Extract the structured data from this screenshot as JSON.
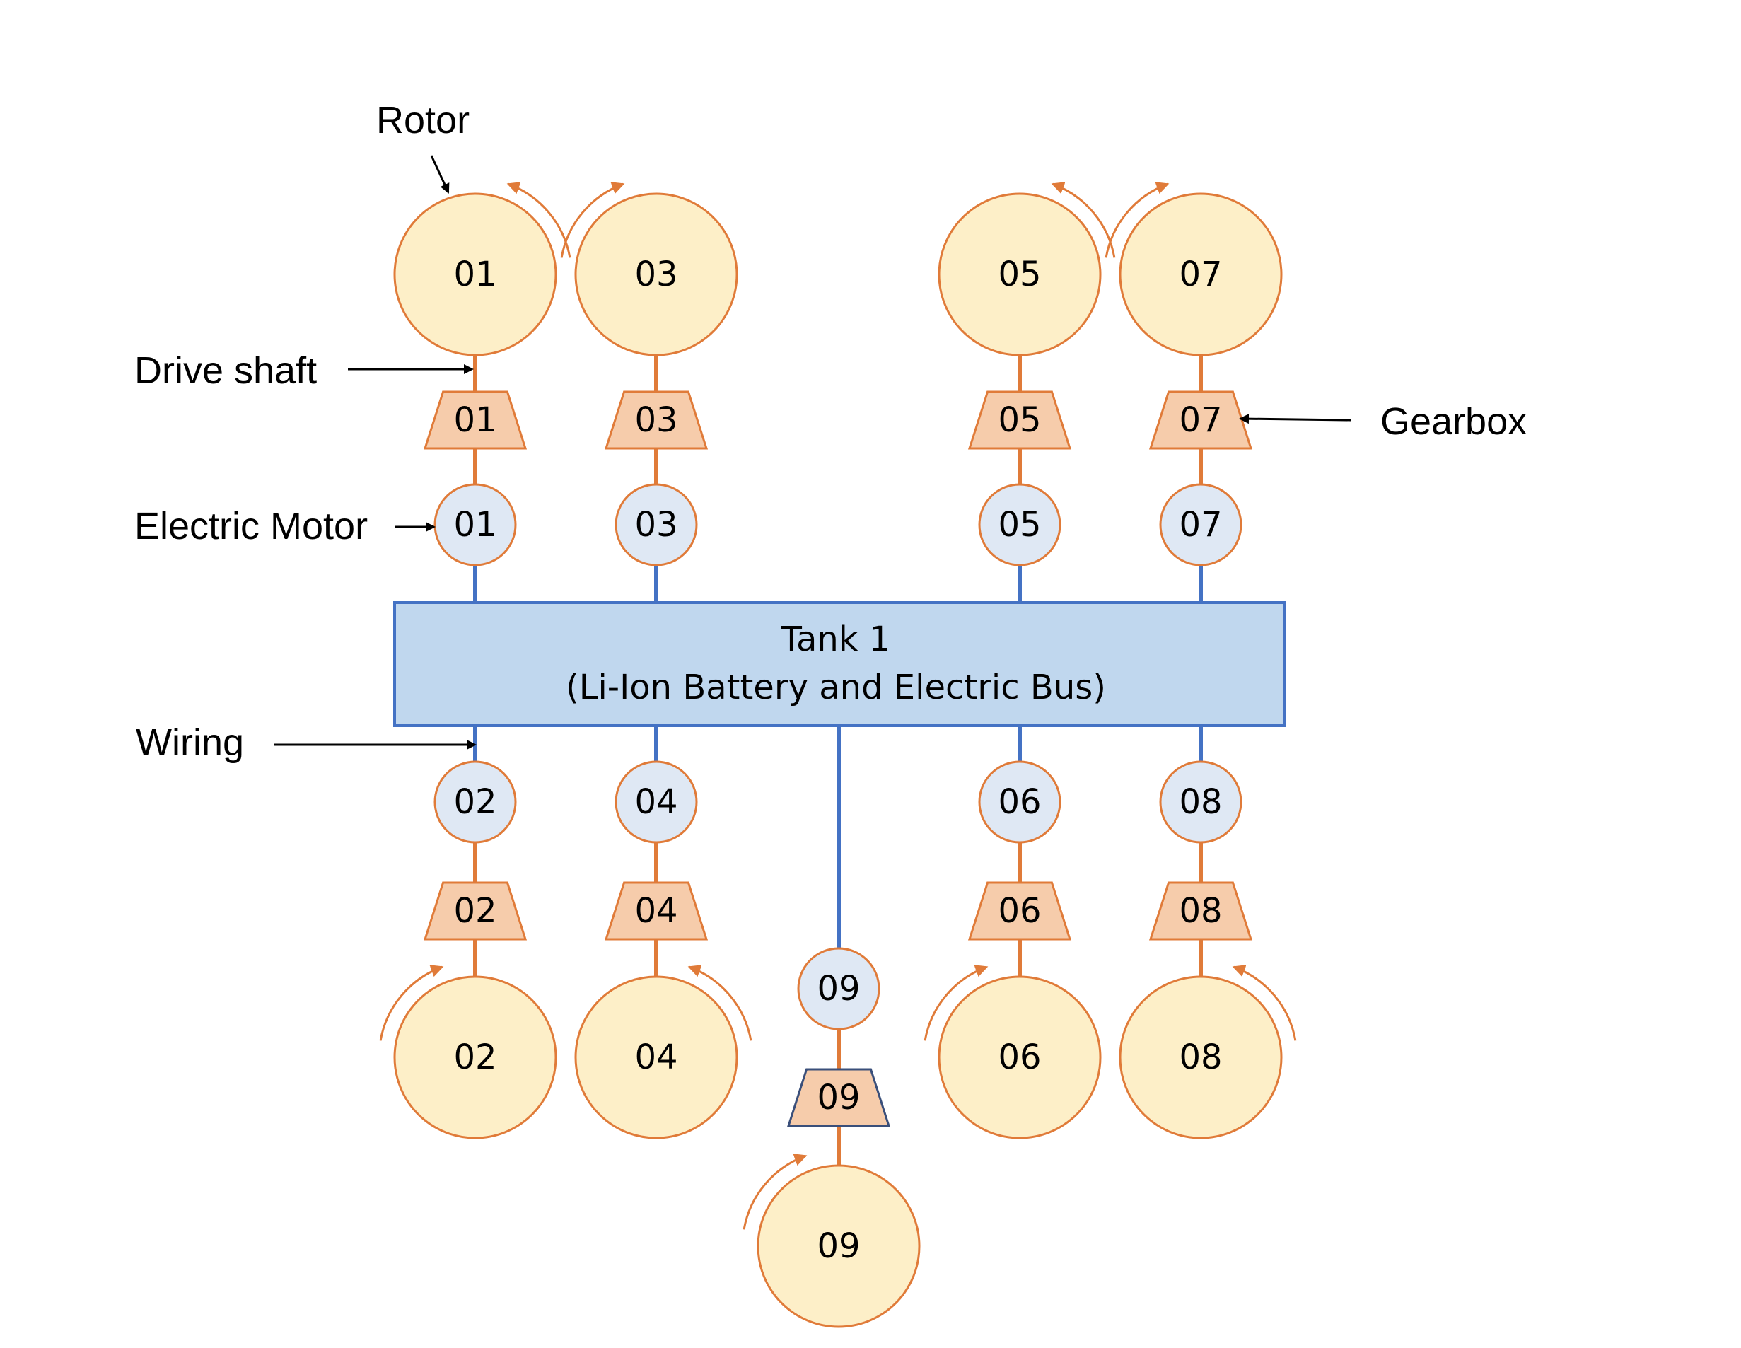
{
  "colors": {
    "rotor_fill": "#fdefc8",
    "rotor_stroke": "#e07b39",
    "motor_fill": "#dfe8f4",
    "motor_stroke": "#e07b39",
    "gearbox_fill": "#f6ccab",
    "gearbox_stroke": "#e07b39",
    "drive_shaft": "#e07b39",
    "wiring": "#4472c4",
    "tank_fill": "#c0d7ee",
    "tank_stroke": "#4472c4",
    "rotation_arrow": "#e07b39",
    "annotation_arrow": "#000000"
  },
  "tank": {
    "title": "Tank 1",
    "subtitle": "(Li-Ion Battery and Electric Bus)"
  },
  "callouts": {
    "rotor": "Rotor",
    "drive_shaft": "Drive shaft",
    "gearbox": "Gearbox",
    "electric_motor": "Electric Motor",
    "wiring": "Wiring"
  },
  "units": [
    {
      "id": "01",
      "rotor": "01",
      "gearbox": "01",
      "motor": "01",
      "position": "top",
      "rotation": "counter-clockwise"
    },
    {
      "id": "02",
      "rotor": "02",
      "gearbox": "02",
      "motor": "02",
      "position": "bottom",
      "rotation": "clockwise"
    },
    {
      "id": "03",
      "rotor": "03",
      "gearbox": "03",
      "motor": "03",
      "position": "top",
      "rotation": "clockwise"
    },
    {
      "id": "04",
      "rotor": "04",
      "gearbox": "04",
      "motor": "04",
      "position": "bottom",
      "rotation": "counter-clockwise"
    },
    {
      "id": "05",
      "rotor": "05",
      "gearbox": "05",
      "motor": "05",
      "position": "top",
      "rotation": "counter-clockwise"
    },
    {
      "id": "06",
      "rotor": "06",
      "gearbox": "06",
      "motor": "06",
      "position": "bottom",
      "rotation": "clockwise"
    },
    {
      "id": "07",
      "rotor": "07",
      "gearbox": "07",
      "motor": "07",
      "position": "top",
      "rotation": "clockwise"
    },
    {
      "id": "08",
      "rotor": "08",
      "gearbox": "08",
      "motor": "08",
      "position": "bottom",
      "rotation": "counter-clockwise"
    },
    {
      "id": "09",
      "rotor": "09",
      "gearbox": "09",
      "motor": "09",
      "position": "bottom",
      "rotation": "clockwise"
    }
  ]
}
